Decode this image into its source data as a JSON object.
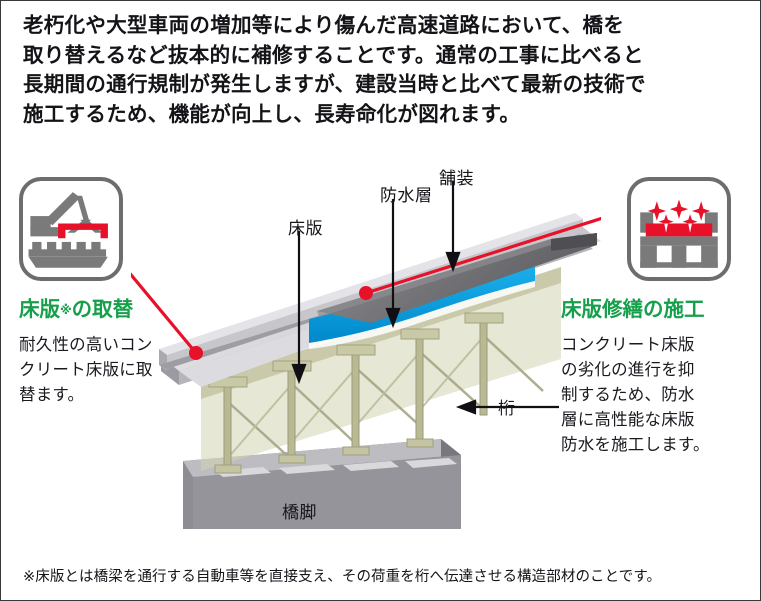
{
  "header": {
    "lines": [
      "老朽化や大型車両の増加等により傷んだ高速道路において、橋を",
      "取り替えるなど抜本的に補修することです。通常の工事に比べると",
      "長期間の通行規制が発生しますが、建設当時と比べて最新の技術で",
      "施工するため、機能が向上し、長寿命化が図れます。"
    ]
  },
  "panels": {
    "left": {
      "icon_name": "crane-deck-replacement-icon",
      "heading_main": "床版",
      "heading_ref": "※",
      "heading_tail": "の取替",
      "body_lines": [
        "耐久性の高いコン",
        "クリート床版に取",
        "替ます。"
      ]
    },
    "right": {
      "icon_name": "deck-waterproofing-icon",
      "heading": "床版修繕の施工",
      "body_lines": [
        "コンクリート床版",
        "の劣化の進行を抑",
        "制するため、防水",
        "層に高性能な床版",
        "防水を施工します。"
      ]
    }
  },
  "diagram": {
    "labels": {
      "deck": "床版",
      "waterproof": "防水層",
      "pavement": "舗装",
      "girder": "桁",
      "pier": "橋脚"
    }
  },
  "footnote": "※床版とは橋梁を通行する自動車等を直接支え、その荷重を桁へ伝達させる構造部材のことです。",
  "colors": {
    "heading_green": "#17a04c",
    "leader_red": "#e8112a",
    "waterproof_blue": "#0fa0e0",
    "pavement_gray": "#6e6e70",
    "concrete_gray": "#c9c9cc",
    "girder_khaki": "#c8c8a4",
    "icon_gray": "#7a7a7a",
    "text_dark": "#14141a"
  }
}
